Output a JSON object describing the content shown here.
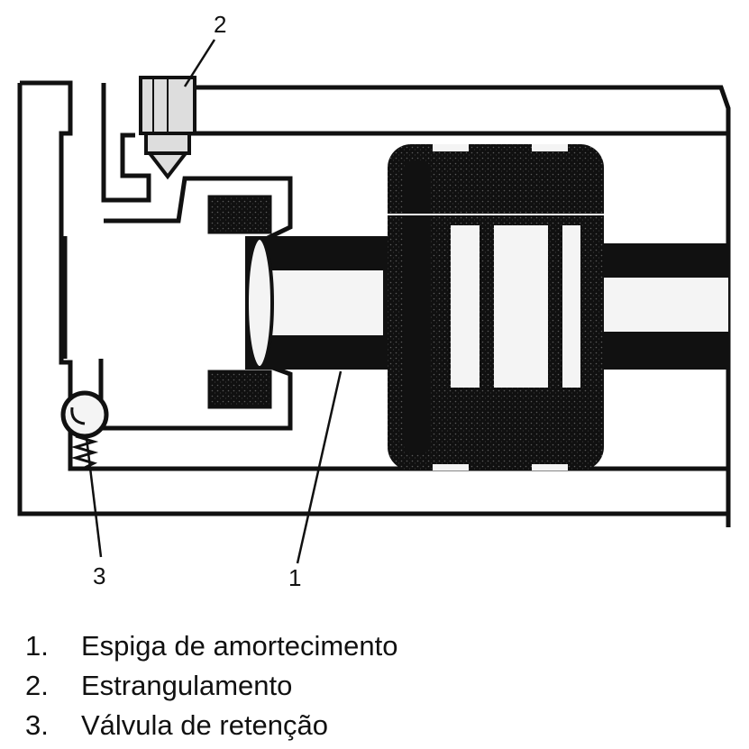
{
  "callouts": {
    "one": "1",
    "two": "2",
    "three": "3"
  },
  "legend": [
    {
      "number": "1.",
      "text": "Espiga de amortecimento"
    },
    {
      "number": "2.",
      "text": "Estrangulamento"
    },
    {
      "number": "3.",
      "text": "Válvula de retenção"
    }
  ]
}
